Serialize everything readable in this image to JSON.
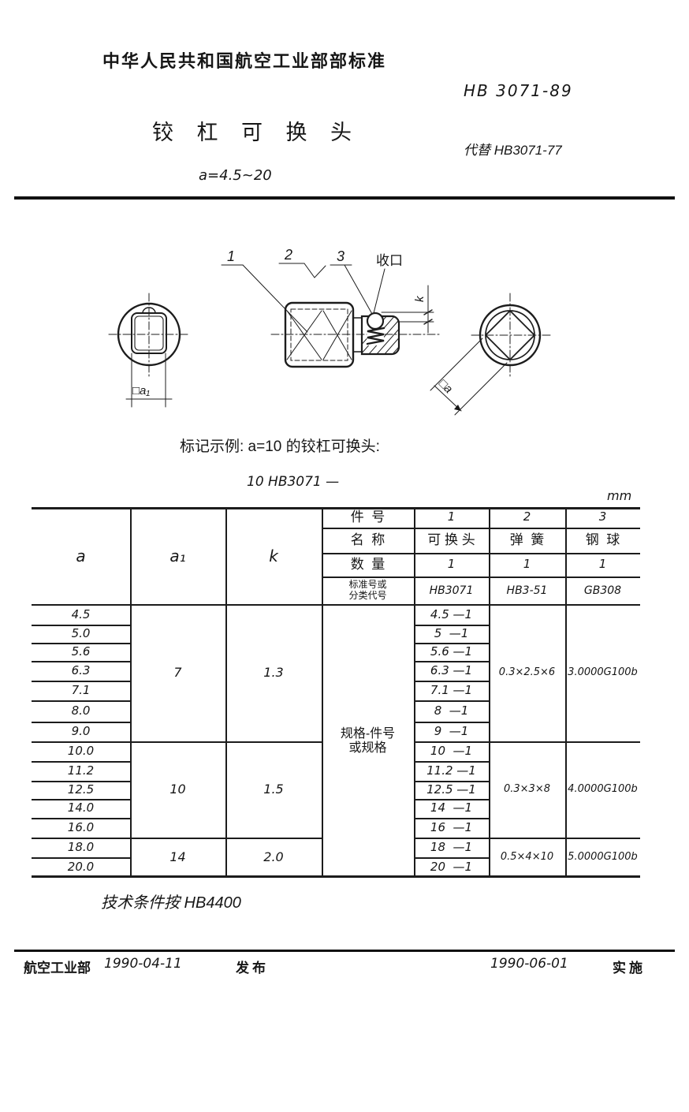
{
  "header": {
    "standard_org": "中华人民共和国航空工业部部标准",
    "doc_number": "HB 3071-89",
    "title": "铰 杠 可 换 头",
    "replaces": "代替 HB3071-77",
    "range": "a=4.5~20"
  },
  "drawing": {
    "part_labels": [
      "1",
      "2",
      "3"
    ],
    "callout_crimp": "收口",
    "dim_k": "k",
    "dim_a1": "□a₁",
    "dim_a": "□a"
  },
  "marking": {
    "example": "标记示例:  a=10 的铰杠可换头:",
    "designation": "10 HB3071 —"
  },
  "table": {
    "unit": "mm",
    "left_headers": {
      "a": "a",
      "a1": "a₁",
      "k": "k"
    },
    "header": {
      "row_labels": [
        "件  号",
        "名  称",
        "数  量"
      ],
      "std_label_line1": "标准号或",
      "std_label_line2": "分类代号",
      "part_numbers": [
        "1",
        "2",
        "3"
      ],
      "part_names": [
        "可 换 头",
        "弹  簧",
        "钢  球"
      ],
      "quantities": [
        "1",
        "1",
        "1"
      ],
      "std_codes": [
        "HB3071",
        "HB3-51",
        "GB308"
      ]
    },
    "spec_label_line1": "规格-件号",
    "spec_label_line2": "或规格",
    "rows": [
      {
        "a": "4.5",
        "spec": "4.5 —1"
      },
      {
        "a": "5.0",
        "spec": "5  —1"
      },
      {
        "a": "5.6",
        "spec": "5.6 —1"
      },
      {
        "a": "6.3",
        "spec": "6.3 —1"
      },
      {
        "a": "7.1",
        "spec": "7.1 —1"
      },
      {
        "a": "8.0",
        "spec": "8  —1"
      },
      {
        "a": "9.0",
        "spec": "9  —1"
      },
      {
        "a": "10.0",
        "spec": "10  —1"
      },
      {
        "a": "11.2",
        "spec": "11.2 —1"
      },
      {
        "a": "12.5",
        "spec": "12.5 —1"
      },
      {
        "a": "14.0",
        "spec": "14  —1"
      },
      {
        "a": "16.0",
        "spec": "16  —1"
      },
      {
        "a": "18.0",
        "spec": "18  —1"
      },
      {
        "a": "20.0",
        "spec": "20  —1"
      }
    ],
    "groups": [
      {
        "a1": "7",
        "k": "1.3",
        "spring": "0.3×2.5×6",
        "ball": "3.0000G100b"
      },
      {
        "a1": "10",
        "k": "1.5",
        "spring": "0.3×3×8",
        "ball": "4.0000G100b"
      },
      {
        "a1": "14",
        "k": "2.0",
        "spring": "0.5×4×10",
        "ball": "5.0000G100b"
      }
    ]
  },
  "note": "技术条件按 HB4400",
  "footer": {
    "issuer": "航空工业部",
    "issue_date": "1990-04-11",
    "issue_label": "发布",
    "impl_date": "1990-06-01",
    "impl_label": "实施"
  }
}
